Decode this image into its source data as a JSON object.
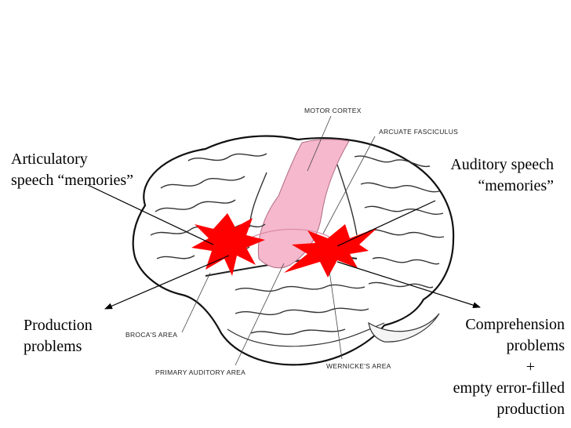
{
  "callouts": {
    "articulatory": [
      "Articulatory",
      "speech “memories”"
    ],
    "auditory": [
      "Auditory speech",
      "“memories”"
    ],
    "production": [
      "Production",
      "problems"
    ],
    "comprehension": [
      "Comprehension",
      "problems",
      "+",
      "empty error-filled",
      "production"
    ]
  },
  "brain_labels": {
    "motor_cortex": "MOTOR CORTEX",
    "arcuate_fasciculus": "ARCUATE FASCICULUS",
    "brocas_area": "BROCA'S AREA",
    "primary_auditory_area": "PRIMARY AUDITORY AREA",
    "wernickes_area": "WERNICKE'S AREA"
  },
  "colors": {
    "lesion": "#ff0000",
    "motor_cortex": "#f5b8cc",
    "line": "#000000"
  }
}
